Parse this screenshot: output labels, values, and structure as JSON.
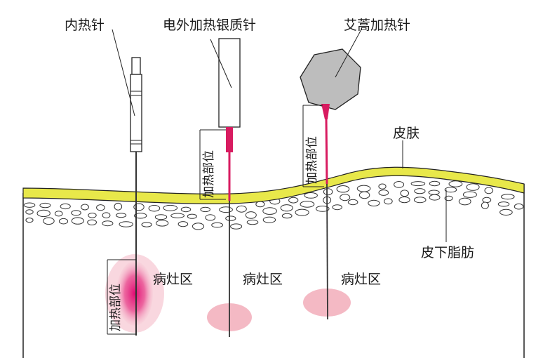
{
  "labels": {
    "internal_heating_needle": "内热针",
    "electric_silver_needle": "电外加热银质针",
    "moxa_heated_needle": "艾蒿加热针",
    "skin": "皮肤",
    "subcutaneous_fat": "皮下脂肪",
    "heating_site": "加热部位",
    "lesion_area": "病灶区"
  },
  "colors": {
    "skin_line": "#e8e84a",
    "needle_heat": "#d81b60",
    "lesion_pink": "#f4b9c4",
    "outline": "#333333",
    "moxa_ball": "#bdbdbd"
  }
}
